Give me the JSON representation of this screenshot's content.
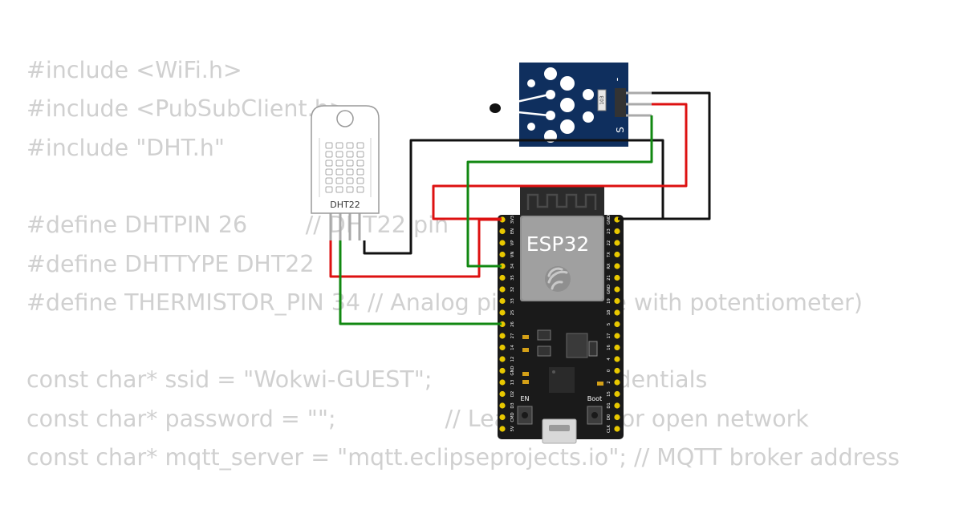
{
  "code_lines": [
    "#include <WiFi.h>",
    "#include <PubSubClient.h>",
    "#include \"DHT.h\"",
    "",
    "#define DHTPIN 26        // DHT22 pin",
    "#define DHTTYPE DHT22",
    "#define THERMISTOR_PIN 34 // Analog pin (simulate with potentiometer)",
    "",
    "const char* ssid = \"Wokwi-GUEST\";          // WiFi credentials",
    "const char* password = \"\";               // Leave blank for open network",
    "const char* mqtt_server = \"mqtt.eclipseprojects.io\"; // MQTT broker address"
  ],
  "components": {
    "dht22": {
      "label": "DHT22"
    },
    "thermistor_module": {
      "pin_minus": "-",
      "pin_signal": "S",
      "resistor_code": "103"
    },
    "esp32": {
      "label": "ESP32",
      "en_label": "EN",
      "boot_label": "Boot",
      "left_pins": [
        "3V3",
        "EN",
        "VP",
        "VN",
        "34",
        "35",
        "32",
        "33",
        "25",
        "26",
        "27",
        "14",
        "12",
        "GND",
        "13",
        "D2",
        "D3",
        "CMD",
        "5V"
      ],
      "right_pins": [
        "GND",
        "23",
        "22",
        "TX",
        "RX",
        "21",
        "GND",
        "19",
        "18",
        "5",
        "17",
        "16",
        "4",
        "0",
        "2",
        "15",
        "D1",
        "D0",
        "CLK"
      ]
    }
  },
  "colors": {
    "wire_black": "#111111",
    "wire_red": "#dd1111",
    "wire_green": "#118811",
    "board_black": "#1a1a1a",
    "module_blue": "#0f2f5e",
    "code_text": "#d0d0d0"
  }
}
